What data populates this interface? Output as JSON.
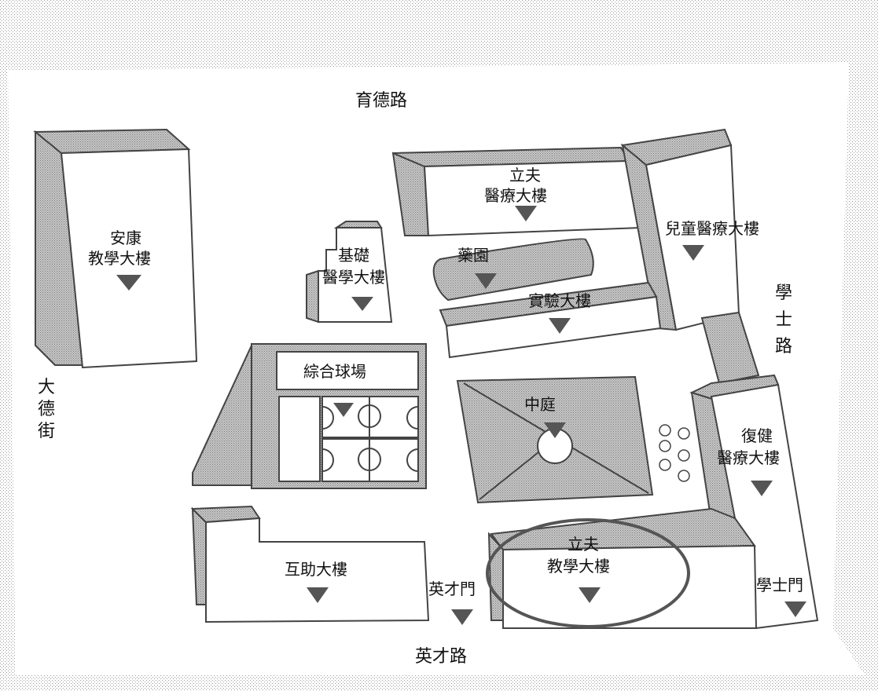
{
  "roads": {
    "north": "育德路",
    "south": "英才路",
    "west": "大德街",
    "east": "學士路"
  },
  "buildings": {
    "ankang": [
      "安康",
      "教學大樓"
    ],
    "jichu": [
      "基礎",
      "醫學大樓"
    ],
    "lifu_medical": [
      "立夫",
      "醫療大樓"
    ],
    "children": "兒童醫療大樓",
    "yaoyuan": "藥園",
    "shiyan": "實驗大樓",
    "court": "綜合球場",
    "zhongting": "中庭",
    "fujian": [
      "復健",
      "醫療大樓"
    ],
    "huzhu": "互助大樓",
    "lifu_teaching": [
      "立夫",
      "教學大樓"
    ]
  },
  "gates": {
    "yingcai": "英才門",
    "xueshi": "學士門"
  },
  "highlight": "lifu_teaching",
  "colors": {
    "marker": "#555555",
    "outline": "#444444",
    "highlight": "#555555"
  }
}
